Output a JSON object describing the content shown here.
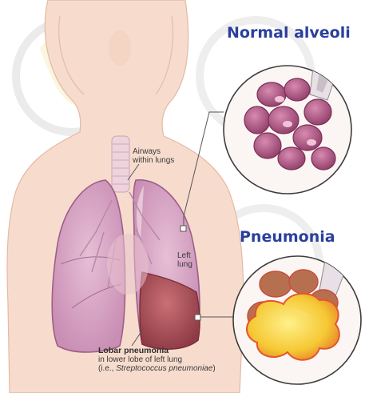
{
  "titles": {
    "normal": "Normal alveoli",
    "pneumonia": "Pneumonia"
  },
  "labels": {
    "airways_1": "Airways",
    "airways_2": "within lungs",
    "left_lung_1": "Left",
    "left_lung_2": "lung",
    "lobar_1": "Lobar pneumonia",
    "lobar_2": "in lower lobe of left lung",
    "lobar_3_prefix": "(i.e., ",
    "lobar_3_species": "Streptococcus pneumoniae",
    "lobar_3_suffix": ")"
  },
  "colors": {
    "title": "#2b3f9e",
    "skin": "#f6d9c8",
    "lung": "#d9a6c6",
    "infected_lung": "#b65a5f",
    "alveoli_normal": "#b45c86",
    "pus": "#f2c43a"
  }
}
